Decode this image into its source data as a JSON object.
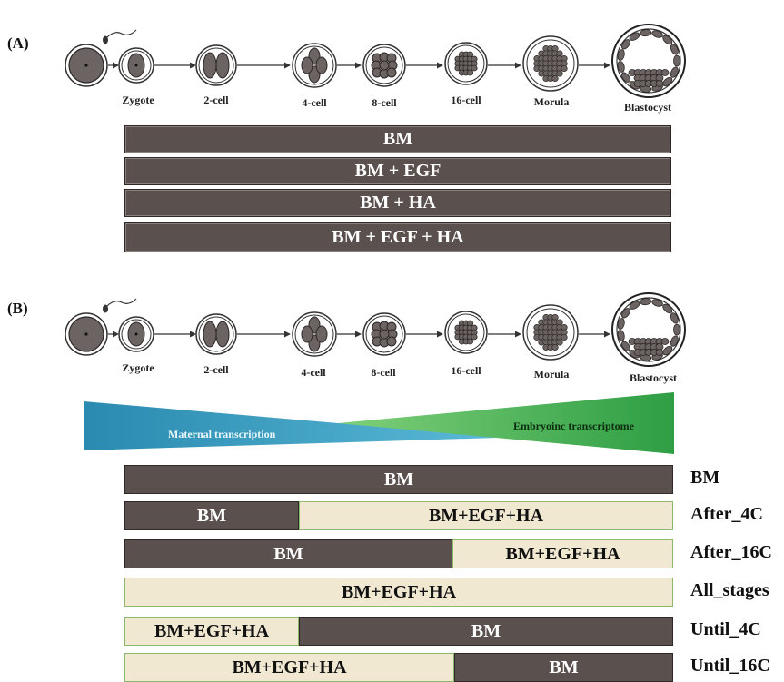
{
  "panel_a": {
    "label": "(A)",
    "stages": [
      "Zygote",
      "2-cell",
      "4-cell",
      "8-cell",
      "16-cell",
      "Morula",
      "Blastocyst"
    ],
    "media": [
      "BM",
      "BM + EGF",
      "BM + HA",
      "BM + EGF + HA"
    ]
  },
  "panel_b": {
    "label": "(B)",
    "stages": [
      "Zygote",
      "2-cell",
      "4-cell",
      "8-cell",
      "16-cell",
      "Morula",
      "Blastocyst"
    ],
    "maternal_label": "Maternal transcription",
    "embryonic_label": "Embryoinc transcriptome",
    "rows": [
      {
        "name": "BM",
        "segments": [
          {
            "text": "BM",
            "kind": "dark"
          }
        ]
      },
      {
        "name": "After_4C",
        "segments": [
          {
            "text": "BM",
            "kind": "dark"
          },
          {
            "text": "BM+EGF+HA",
            "kind": "light"
          }
        ]
      },
      {
        "name": "After_16C",
        "segments": [
          {
            "text": "BM",
            "kind": "dark"
          },
          {
            "text": "BM+EGF+HA",
            "kind": "light"
          }
        ]
      },
      {
        "name": "All_stages",
        "segments": [
          {
            "text": "BM+EGF+HA",
            "kind": "light"
          }
        ]
      },
      {
        "name": "Until_4C",
        "segments": [
          {
            "text": "BM+EGF+HA",
            "kind": "light"
          },
          {
            "text": "BM",
            "kind": "dark"
          }
        ]
      },
      {
        "name": "Until_16C",
        "segments": [
          {
            "text": "BM+EGF+HA",
            "kind": "light"
          },
          {
            "text": "BM",
            "kind": "dark"
          }
        ]
      }
    ]
  },
  "colors": {
    "dark_bar": "#5a504e",
    "light_bar": "#f1e8d2",
    "maternal": "#2f93b8",
    "embryonic": "#2fa84a"
  }
}
